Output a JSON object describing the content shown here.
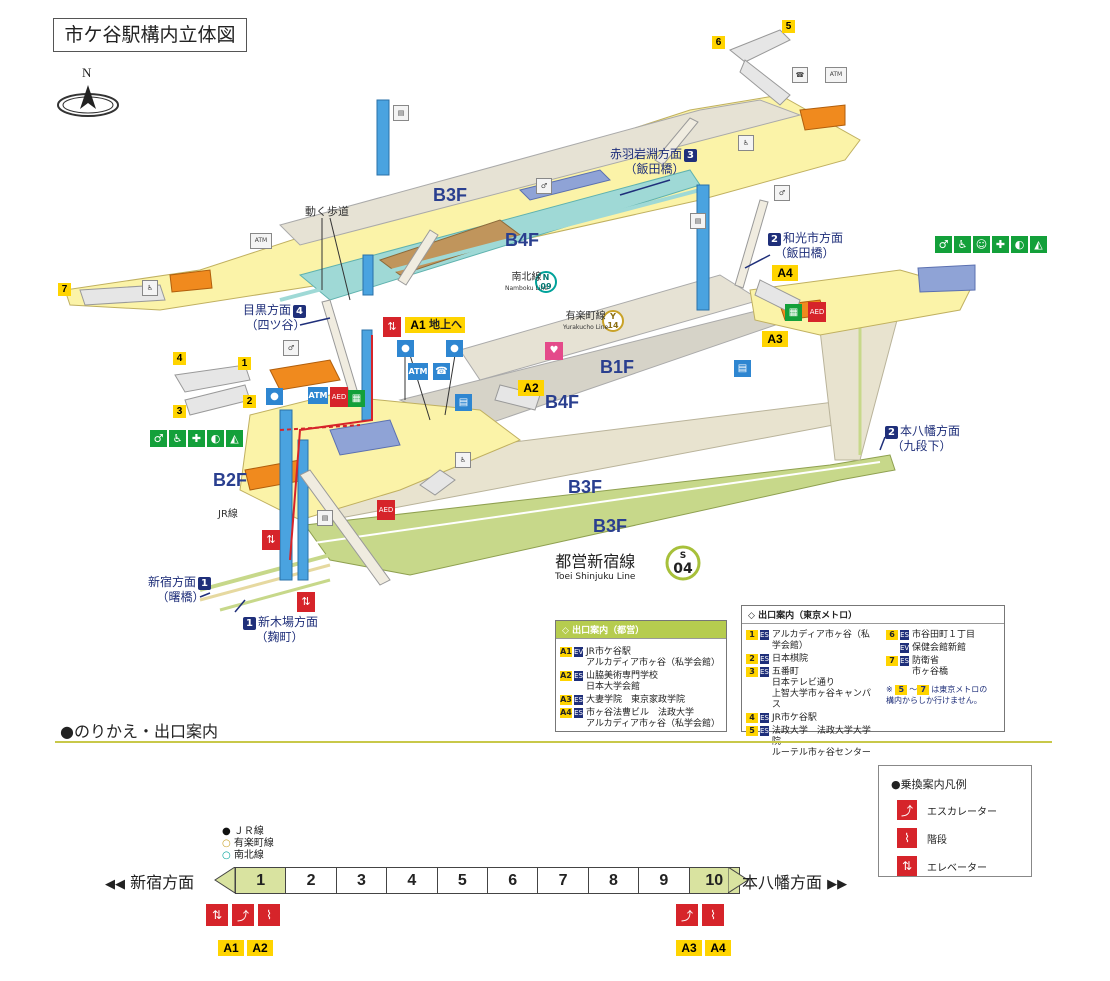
{
  "title": "市ケ谷駅構内立体図",
  "compass": "N",
  "floors": {
    "b3f_top": "B3F",
    "b4f_top": "B4F",
    "b1f": "B1F",
    "b4f_mid": "B4F",
    "b2f": "B2F",
    "b3f_low1": "B3F",
    "b3f_low2": "B3F"
  },
  "lines": {
    "namboku": {
      "name": "南北線",
      "sub": "Namboku Line",
      "code": "N",
      "num": "09"
    },
    "yurakucho": {
      "name": "有楽町線",
      "sub": "Yurakucho Line",
      "code": "Y",
      "num": "14"
    },
    "shinjuku": {
      "name": "都営新宿線",
      "sub": "Toei Shinjuku Line",
      "code": "S",
      "num": "04"
    },
    "jr": "JR線"
  },
  "directions": {
    "akabane": {
      "num": "3",
      "line1": "赤羽岩淵方面",
      "line2": "（飯田橋）"
    },
    "wako": {
      "num": "2",
      "line1": "和光市方面",
      "line2": "（飯田橋）"
    },
    "meguro": {
      "num": "4",
      "line1": "目黒方面",
      "line2": "（四ツ谷）"
    },
    "motoyawata": {
      "num": "2",
      "line1": "本八幡方面",
      "line2": "（九段下）"
    },
    "shinjuku": {
      "num": "1",
      "line1": "新宿方面",
      "line2": "（曙橋）"
    },
    "shinkiba": {
      "num": "1",
      "line1": "新木場方面",
      "line2": "（麹町）"
    }
  },
  "labels": {
    "moving_walkway": "動く歩道",
    "to_ground": "地上へ",
    "a1": "A1",
    "a2": "A2",
    "a3": "A3",
    "a4": "A4",
    "atm": "ATM",
    "aed": "AED"
  },
  "exit_nums": [
    "1",
    "2",
    "3",
    "4",
    "5",
    "6",
    "7"
  ],
  "info_toei": {
    "header": "出口案内（都営）",
    "rows": [
      {
        "tag": "A1",
        "t2": "EV",
        "lines": [
          "JR市ケ谷駅",
          "アルカディア市ヶ谷（私学会館）"
        ]
      },
      {
        "tag": "A2",
        "t2": "ES",
        "lines": [
          "山脇美術専門学校",
          "日本大学会館"
        ]
      },
      {
        "tag": "A3",
        "t2": "ES",
        "lines": [
          "大妻学院　東京家政学院"
        ]
      },
      {
        "tag": "A4",
        "t2": "ES",
        "lines": [
          "市ヶ谷法曹ビル　法政大学",
          "アルカディア市ヶ谷（私学会館）"
        ]
      }
    ]
  },
  "info_metro": {
    "header": "出口案内（東京メトロ）",
    "rows_left": [
      {
        "tag": "1",
        "t2": "ES",
        "lines": [
          "アルカディア市ヶ谷（私学会館）"
        ]
      },
      {
        "tag": "2",
        "t2": "ES",
        "lines": [
          "日本棋院"
        ]
      },
      {
        "tag": "3",
        "t2": "ES",
        "lines": [
          "五番町",
          "日本テレビ通り",
          "上智大学市ヶ谷キャンパス"
        ]
      },
      {
        "tag": "4",
        "t2": "ES",
        "lines": [
          "JR市ケ谷駅"
        ]
      },
      {
        "tag": "5",
        "t2": "ES",
        "lines": [
          "法政大学　法政大学大学院",
          "ルーテル市ヶ谷センター"
        ]
      }
    ],
    "rows_right": [
      {
        "tag": "6",
        "t2": "ES",
        "lines": [
          "市谷田町１丁目"
        ]
      },
      {
        "tag": "",
        "t2": "EV",
        "lines": [
          "保健会館新館"
        ]
      },
      {
        "tag": "7",
        "t2": "ES",
        "lines": [
          "防衛省",
          "市ヶ谷橋"
        ]
      }
    ],
    "note_pre": "※",
    "note_a": "5",
    "note_mid": "～",
    "note_b": "7",
    "note_post": "は東京メトロの",
    "note_line2": "構内からしか行けません。"
  },
  "section_title": "●のりかえ・出口案内",
  "legend": {
    "title": "●乗換案内凡例",
    "items": [
      {
        "icon": "escalator-icon",
        "label": "エスカレーター"
      },
      {
        "icon": "stairs-icon",
        "label": "階段"
      },
      {
        "icon": "elevator-icon",
        "label": "エレベーター"
      }
    ]
  },
  "transfer_legend": [
    {
      "symbol": "●",
      "label": "ＪＲ線",
      "color": "#111111"
    },
    {
      "symbol": "○",
      "label": "有楽町線",
      "color": "#c9a227"
    },
    {
      "symbol": "○",
      "label": "南北線",
      "color": "#00a29a"
    }
  ],
  "train": {
    "left_dir": "新宿方面",
    "right_dir": "本八幡方面",
    "cars": [
      "1",
      "2",
      "3",
      "4",
      "5",
      "6",
      "7",
      "8",
      "9",
      "10"
    ],
    "highlight": [
      "1",
      "10"
    ]
  },
  "car1_exits": [
    "A1",
    "A2"
  ],
  "car10_exits": [
    "A3",
    "A4"
  ],
  "colors": {
    "concourse": "#fbf3a8",
    "platform_b4f": "#9fd9d6",
    "tunnel_gray": "#d6d3c8",
    "shinjuku_green": "#c7d88a",
    "elevator_blue": "#4aa3e0",
    "metro_navy": "#1f2f7a",
    "exit_yellow": "#ffd400",
    "red": "#d6242a",
    "green": "#13a03a"
  }
}
